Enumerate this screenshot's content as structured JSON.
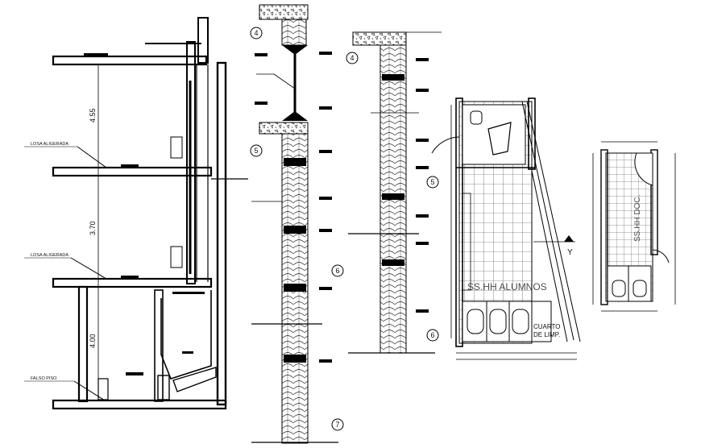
{
  "section": {
    "dimensions": [
      "4.55",
      "3.70",
      "4.00"
    ],
    "labels": [
      "LOSA ALIGERADA",
      "LOSA ALIGERADA",
      "FALSO PISO"
    ]
  },
  "callouts": [
    "4",
    "5",
    "6",
    "7",
    "4",
    "5",
    "6"
  ],
  "plan": {
    "room_label": "SS.HH ALUMNOS",
    "closet_label_1": "CUARTO",
    "closet_label_2": "DE LIMP.",
    "axis_label": "Y"
  },
  "plan_small": {
    "room_label": "SS.HH DOC."
  }
}
